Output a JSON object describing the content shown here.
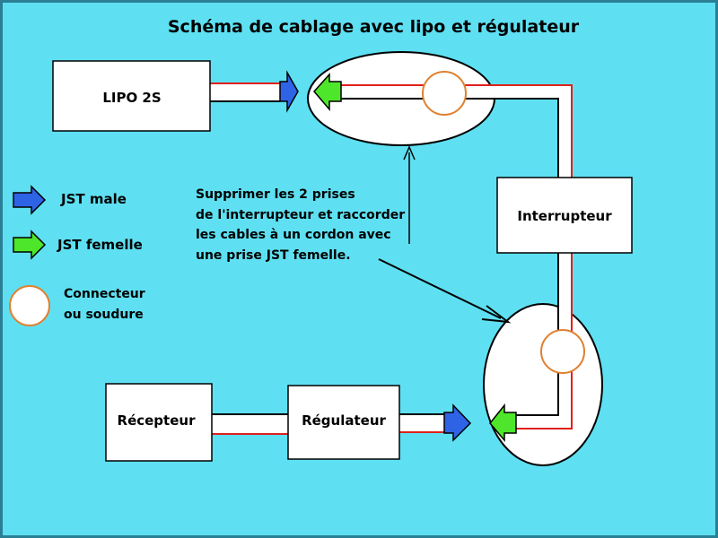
{
  "title": "Schéma de cablage avec lipo et régulateur",
  "colors": {
    "background": "#5ee0f2",
    "wire_red": "#e0201a",
    "wire_black": "#000000",
    "jst_male": "#2f63e6",
    "jst_female": "#4ee62a",
    "connector_stroke": "#e08030"
  },
  "boxes": {
    "lipo": "LIPO 2S",
    "interrupteur": "Interrupteur",
    "recepteur": "Récepteur",
    "regulateur": "Régulateur"
  },
  "legend": {
    "jst_male": "JST male",
    "jst_female": "JST femelle",
    "connector_line1": "Connecteur",
    "connector_line2": "ou soudure"
  },
  "note": {
    "line1": "Supprimer les 2 prises",
    "line2": "de l'interrupteur et raccorder",
    "line3": "les cables à un cordon avec",
    "line4": "une prise JST femelle."
  },
  "icons": {
    "male": "arrow-right",
    "female": "arrow-left",
    "connector": "circle"
  }
}
